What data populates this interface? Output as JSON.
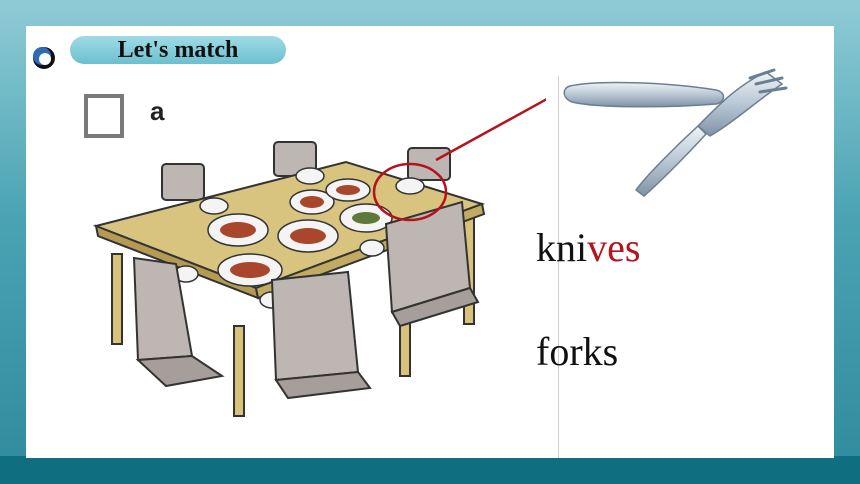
{
  "title": "Let's match",
  "item_label": "a",
  "words": [
    {
      "plain": "kni",
      "highlight": "ves"
    },
    {
      "plain": "forks",
      "highlight": ""
    }
  ],
  "colors": {
    "accent_red": "#b5121b",
    "badge": "#6cc0cf",
    "frame": "#0f6f80"
  },
  "icons": [
    "bullet-icon",
    "checkbox-icon",
    "table-illustration",
    "fork-knife-illustration"
  ]
}
